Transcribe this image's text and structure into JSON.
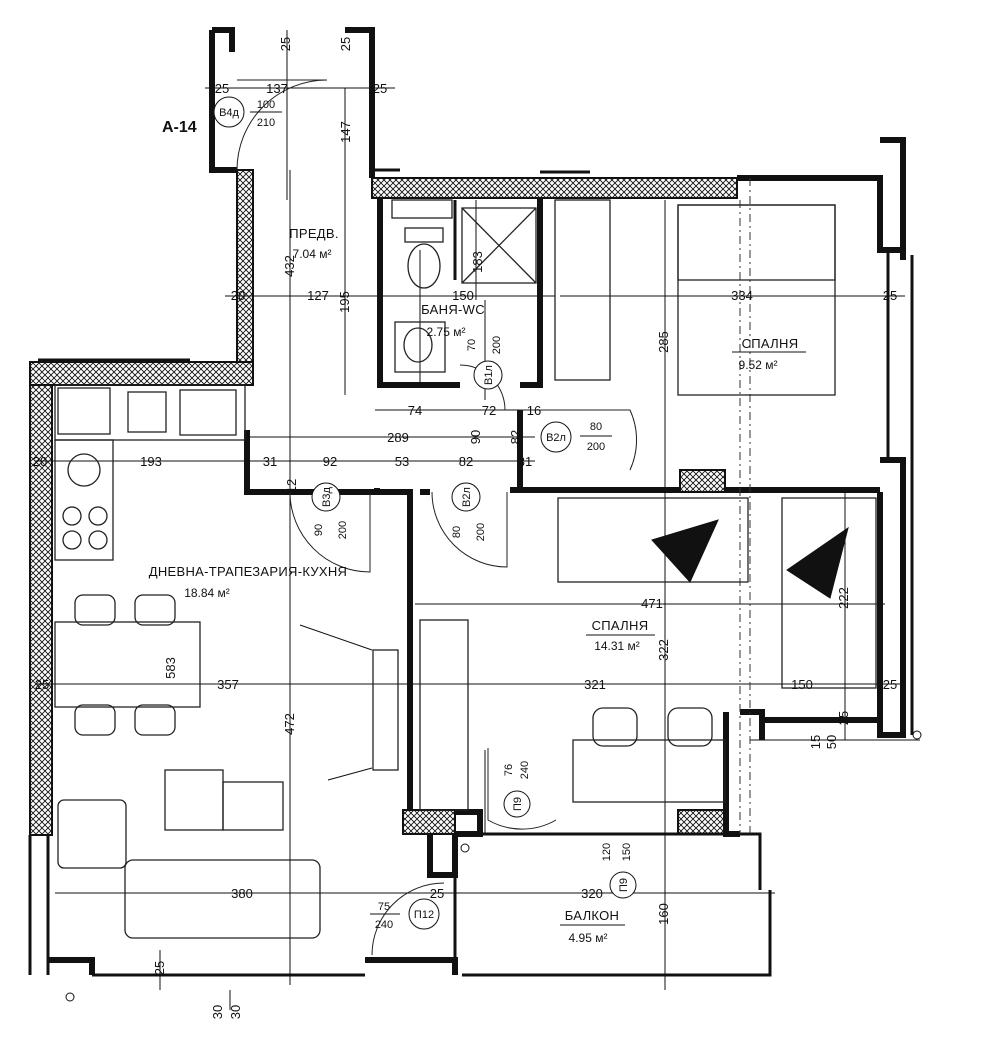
{
  "apartment": {
    "label": "А-14"
  },
  "rooms": [
    {
      "key": "hall",
      "name": "ПРЕДВ.",
      "area": "7.04 м²"
    },
    {
      "key": "bath",
      "name": "БАНЯ-WC",
      "area": "2.75 м²"
    },
    {
      "key": "bed1",
      "name": "СПАЛНЯ",
      "area": "9.52 м²"
    },
    {
      "key": "living",
      "name": "ДНЕВНА-ТРАПЕЗАРИЯ-КУХНЯ",
      "area": "18.84 м²"
    },
    {
      "key": "bed2",
      "name": "СПАЛНЯ",
      "area": "14.31 м²"
    },
    {
      "key": "balcony",
      "name": "БАЛКОН",
      "area": "4.95 м²"
    }
  ],
  "doors": [
    {
      "code": "В4д",
      "w": "100",
      "h": "210"
    },
    {
      "code": "В1л",
      "w": "70",
      "h": "200"
    },
    {
      "code": "В2л",
      "w": "80",
      "h": "200"
    },
    {
      "code": "В3д",
      "w": "90",
      "h": "200"
    },
    {
      "code": "В2л",
      "w": "80",
      "h": "200"
    },
    {
      "code": "П9",
      "w": "76",
      "h": "240"
    },
    {
      "code": "П9",
      "w": "120",
      "h": "150"
    },
    {
      "code": "П12",
      "w": "75",
      "h": "240"
    }
  ],
  "dimensions": {
    "entry_top": [
      "25",
      "25",
      "25",
      "137",
      "25",
      "147"
    ],
    "hall": [
      "432",
      "20",
      "127",
      "195",
      "183",
      "150"
    ],
    "bath_bottom": [
      "74",
      "72",
      "16"
    ],
    "row_289": [
      "289",
      "90",
      "82"
    ],
    "row_193": [
      "20",
      "193",
      "31",
      "92",
      "53",
      "82",
      "31",
      "12"
    ],
    "bedroom1": [
      "334",
      "25",
      "285"
    ],
    "bedroom2": [
      "471",
      "222",
      "322"
    ],
    "row_357": [
      "25",
      "357",
      "583",
      "321",
      "150",
      "25"
    ],
    "living_vertical": [
      "472"
    ],
    "right_bottom": [
      "15",
      "50",
      "25"
    ],
    "balcony": [
      "380",
      "25",
      "320",
      "160"
    ],
    "bottom": [
      "25",
      "30",
      "30"
    ]
  }
}
